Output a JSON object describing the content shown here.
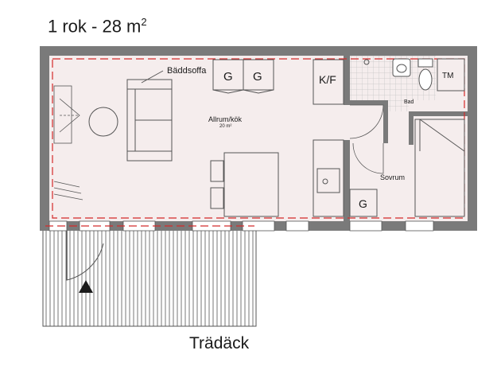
{
  "title": {
    "text": "1 rok - 28 m",
    "sup": "2"
  },
  "rooms": {
    "living": {
      "name": "Allrum/kök",
      "area": "20 m²"
    },
    "bath": {
      "name": "Bad"
    },
    "bedroom": {
      "name": "Sovrum"
    }
  },
  "labels": {
    "sofa": "Bäddsoffa",
    "wardrobe_1": "G",
    "wardrobe_2": "G",
    "fridge": "K/F",
    "washer": "TM",
    "bedroom_wardrobe": "G"
  },
  "deck": {
    "name": "Trädäck"
  },
  "colors": {
    "walls": "#7a7a7a",
    "floor": "#f5eded",
    "dashed_line": "#d42a2a",
    "bath_tiles": "#c7c7c7"
  }
}
